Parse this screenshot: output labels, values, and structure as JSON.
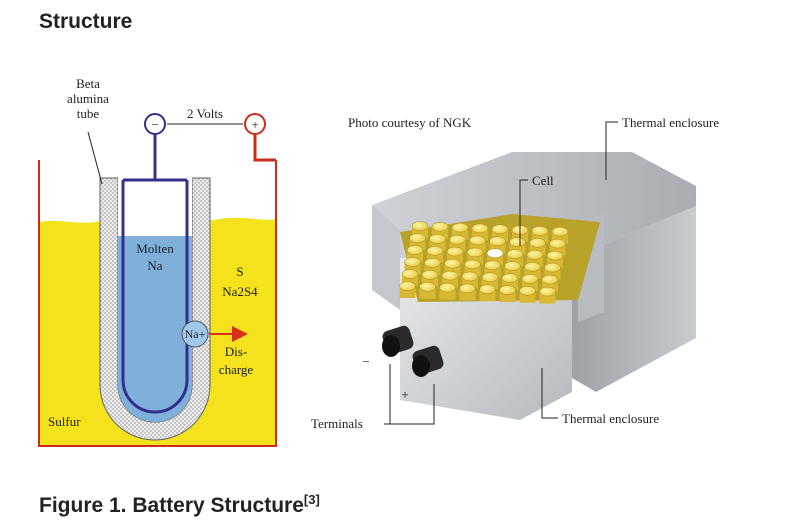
{
  "section_heading": "Structure",
  "caption": {
    "text": "Figure 1. Battery Structure",
    "ref": "[3]"
  },
  "cell_diagram": {
    "beta_label": [
      "Beta",
      "alumina",
      "tube"
    ],
    "voltage": "2 Volts",
    "negative_sign": "−",
    "positive_sign": "+",
    "molten_label": [
      "Molten",
      "Na"
    ],
    "sulfur_compound": [
      "S",
      "Na2S4"
    ],
    "ion_label": "Na+",
    "discharge_label": [
      "Dis-",
      "charge"
    ],
    "sulfur_label": "Sulfur",
    "colors": {
      "sulfur": "#f4e21c",
      "sodium": "#7fb0db",
      "tube": "#e8e8e8",
      "housing": "#cc2b1f",
      "anode_wire": "#33308c",
      "arrow": "#d9301c"
    }
  },
  "module_photo": {
    "courtesy": "Photo courtesy of NGK",
    "thermal_top": "Thermal enclosure",
    "cell": "Cell",
    "terminals": "Terminals",
    "minus": "−",
    "plus": "+",
    "thermal_bottom": "Thermal enclosure"
  }
}
